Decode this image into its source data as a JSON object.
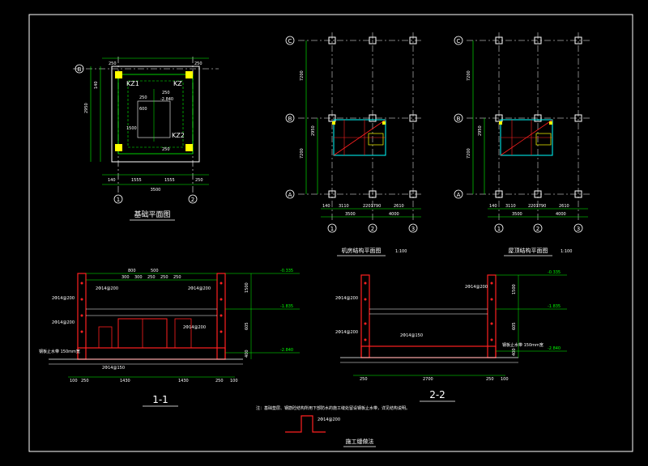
{
  "colors": {
    "background": "#000000",
    "dim_lines": "#00ff00",
    "text": "#ffffff",
    "rebar": "#ff2020",
    "grid": "#00ffff",
    "highlight": "#ffff00"
  },
  "foundation_plan": {
    "title": "基础平面图",
    "axis_labels": [
      "B",
      "1",
      "2"
    ],
    "column_labels": [
      "KZ1",
      "KZ",
      "KZ2"
    ],
    "dims_bottom": [
      "140",
      "1555",
      "1555",
      "250"
    ],
    "dim_total": "3500",
    "dims_top": [
      "250",
      "250"
    ],
    "dims_left": [
      "2950",
      "140"
    ],
    "inner_dims": [
      "250",
      "600",
      "250",
      "-2.840",
      "1500",
      "250"
    ]
  },
  "machine_room_plan": {
    "title": "机房结构平面图",
    "scale": "1:100",
    "axis_labels": [
      "C",
      "B",
      "A",
      "1",
      "2",
      "3"
    ],
    "dims_left": [
      "7200",
      "2950",
      "7200"
    ],
    "dims_bottom": [
      "140",
      "3110",
      "2201790",
      "2610"
    ],
    "dims_total": [
      "3500",
      "4000"
    ]
  },
  "roof_plan": {
    "title": "屋顶结构平面图",
    "scale": "1:100",
    "axis_labels": [
      "C",
      "B",
      "A",
      "1",
      "2",
      "3"
    ],
    "dims_left": [
      "7200",
      "2950",
      "7200"
    ],
    "dims_bottom": [
      "140",
      "3110",
      "2201790",
      "2610"
    ],
    "dims_total": [
      "3500",
      "4000"
    ]
  },
  "section_1_1": {
    "title": "1-1",
    "elevations": [
      "-0.335",
      "-1.835",
      "-2.840"
    ],
    "dims_right": [
      "1500",
      "605",
      "400"
    ],
    "dims_top": [
      "800",
      "500",
      "300",
      "300",
      "250",
      "250",
      "250"
    ],
    "dims_bottom": [
      "100",
      "250",
      "1430",
      "1430",
      "250",
      "100"
    ],
    "labels": [
      "2Φ14@200",
      "2Φ14@200",
      "2Φ14@200",
      "2Φ14@200",
      "2Φ14@150",
      "2Φ14@200"
    ],
    "note": "钢板止水带 150mm宽"
  },
  "section_2_2": {
    "title": "2-2",
    "elevations": [
      "-0.335",
      "-1.835",
      "-2.840"
    ],
    "dims_right": [
      "1500",
      "605",
      "400"
    ],
    "dims_bottom": [
      "250",
      "2700",
      "250",
      "100"
    ],
    "labels": [
      "2Φ14@200",
      "2Φ14@200",
      "2Φ14@200",
      "2Φ14@150"
    ],
    "note": "钢板止水带 150mm宽"
  },
  "notes": {
    "text": "注：基础垫层、钢筋砼结构所用下部防水的施工缝处留设钢板止水带，详见结构说明。",
    "detail_label": "2Φ14@200",
    "detail_title": "施工缝做法"
  }
}
